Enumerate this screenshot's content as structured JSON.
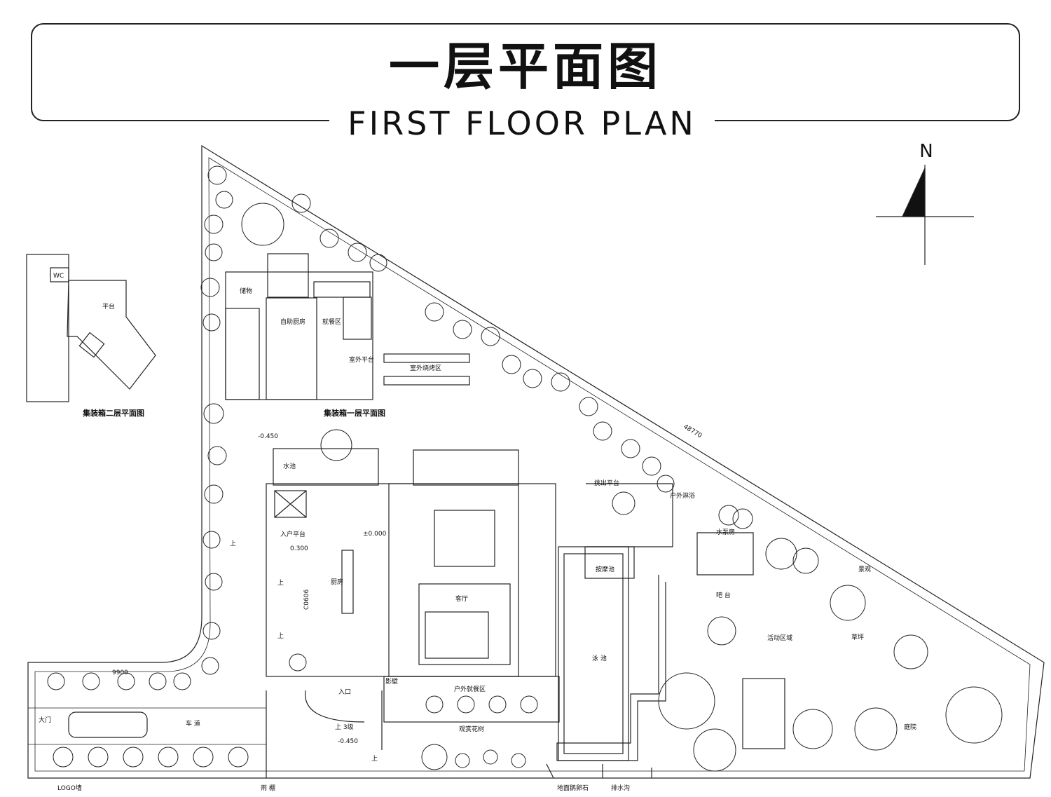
{
  "header": {
    "title_cn": "一层平面图",
    "title_en": "FIRST FLOOR PLAN"
  },
  "compass": {
    "north": "N"
  },
  "dimension": {
    "diagonal": "48770",
    "left": "9900"
  },
  "container": {
    "upper_plan": "集装箱二层平面图",
    "lower_plan": "集装箱一层平面图",
    "wc": "WC",
    "terrace": "平台"
  },
  "rooms": {
    "storage": "储物",
    "self_kitchen": "自助厨房",
    "dining_area": "就餐区",
    "outdoor_platform": "室外平台",
    "bbq_area": "室外烧烤区",
    "entry_platform": "入户平台",
    "cantilever_platform": "挑出平台",
    "outdoor_bath": "户外淋浴",
    "pump_room": "水泵房",
    "massage_pool": "按摩池",
    "bar": "吧  台",
    "activity_area": "活动区域",
    "landscape": "景观",
    "lawn": "草坪",
    "pool": "泳  池",
    "courtyard": "庭院",
    "shadow_wall": "影壁",
    "outdoor_dining": "户外就餐区",
    "flower_bed": "观赏花树",
    "gate": "大门",
    "driveway": "车  道",
    "logo_wall": "LOGO墙",
    "canopy": "雨 棚",
    "pebble": "地面鹅卵石",
    "drain": "排水沟",
    "living": "客厅",
    "kitchen": "厨房",
    "entry": "入口",
    "pond": "水池"
  },
  "levels": {
    "minus_450": "-0.450",
    "zero": "±0.000",
    "l300": "0.300",
    "minus_450_b": "-0.450",
    "steps": "上 3级",
    "up": "上",
    "door_code": "C0606"
  }
}
